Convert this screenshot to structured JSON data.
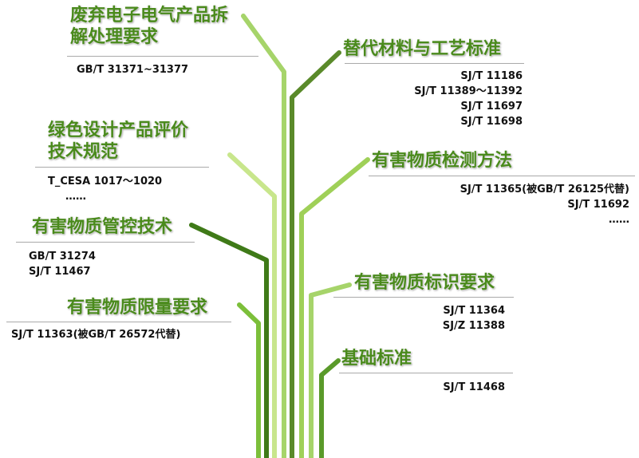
{
  "colors": {
    "title_green": "#4a8a1c",
    "branch_light": "#a6d46a",
    "branch_mid": "#7cbf3a",
    "branch_dark": "#3f7a18",
    "rule_grey": "#a9a9a9",
    "code_text": "#111111"
  },
  "groups": {
    "disassembly": {
      "title": [
        "废弃电子电气产品拆",
        "解处理要求"
      ],
      "codes": [
        "GB/T 31371~31377"
      ]
    },
    "green_design": {
      "title": [
        "绿色设计产品评价",
        "技术规范"
      ],
      "codes": [
        "T_CESA 1017～1020",
        "……"
      ]
    },
    "control_tech": {
      "title": [
        "有害物质管控技术"
      ],
      "codes": [
        "GB/T 31274",
        "SJ/T 11467"
      ]
    },
    "limit_req": {
      "title": [
        "有害物质限量要求"
      ],
      "codes": [
        "SJ/T 11363(被GB/T 26572代替)"
      ]
    },
    "substitute": {
      "title": [
        "替代材料与工艺标准"
      ],
      "codes": [
        "SJ/T 11186",
        "SJ/T 11389～11392",
        "SJ/T 11697",
        "SJ/T 11698"
      ]
    },
    "detection": {
      "title": [
        "有害物质检测方法"
      ],
      "codes": [
        "SJ/T 11365(被GB/T 26125代替)",
        "SJ/T 11692",
        "……"
      ]
    },
    "marking": {
      "title": [
        "有害物质标识要求"
      ],
      "codes": [
        "SJ/T 11364",
        "SJ/Z 11388"
      ]
    },
    "basic": {
      "title": [
        "基础标准"
      ],
      "codes": [
        "SJ/T 11468"
      ]
    }
  }
}
